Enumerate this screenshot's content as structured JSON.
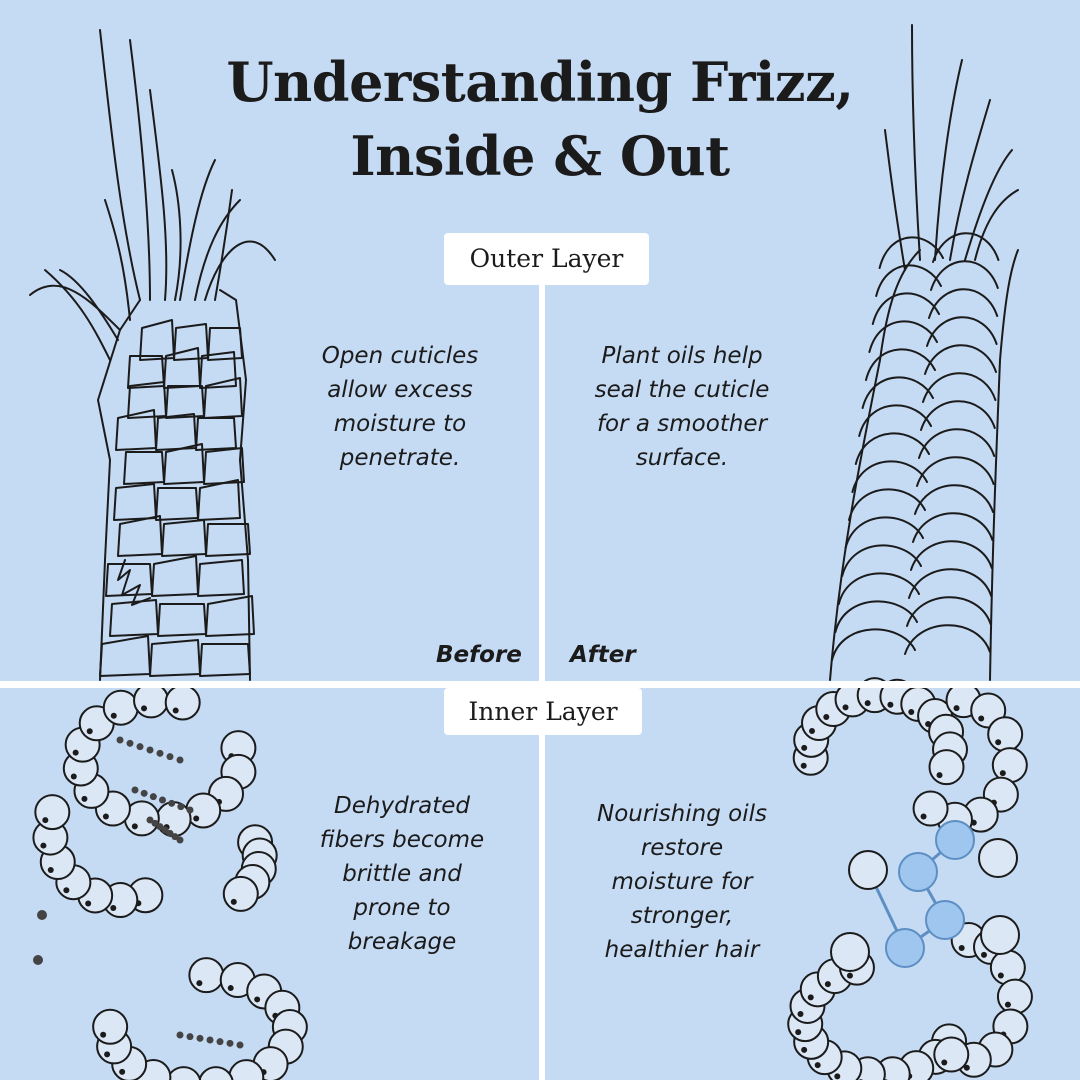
{
  "title": {
    "line1": "Understanding Frizz,",
    "line2": "Inside & Out"
  },
  "labels": {
    "outer_layer": "Outer Layer",
    "inner_layer": "Inner Layer",
    "before": "Before",
    "after": "After"
  },
  "captions": {
    "outer_before": [
      "Open cuticles",
      "allow excess",
      "moisture to",
      "penetrate."
    ],
    "outer_after": [
      "Plant oils help",
      "seal the cuticle",
      "for a smoother",
      "surface."
    ],
    "inner_before": [
      "Dehydrated",
      "fibers become",
      "brittle and",
      "prone to",
      "breakage"
    ],
    "inner_after": [
      "Nourishing oils",
      "restore",
      "moisture for",
      "stronger,",
      "healthier hair"
    ]
  },
  "colors": {
    "background": "#c5daf3",
    "divider": "#ffffff",
    "ink": "#1b1b1b",
    "bead_fill": "#dbe7f5",
    "oil_bead_fill": "#9fc6ee",
    "oil_bead_stroke": "#5d8ec4"
  }
}
